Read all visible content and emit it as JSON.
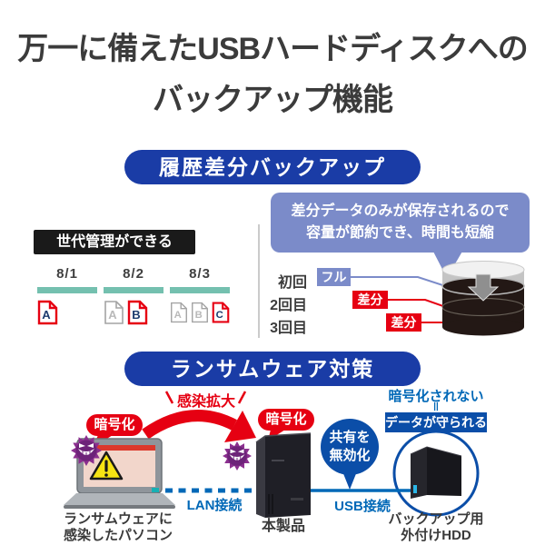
{
  "title": {
    "line1": "万一に備えたUSBハードディスクへの",
    "line2": "バックアップ機能"
  },
  "backup_section": {
    "banner": "履歴差分バックアップ",
    "generation": {
      "header": "世代管理ができる",
      "columns": [
        {
          "date": "8/1",
          "files": [
            {
              "letter": "A",
              "state": "new"
            }
          ]
        },
        {
          "date": "8/2",
          "files": [
            {
              "letter": "A",
              "state": "old"
            },
            {
              "letter": "B",
              "state": "new"
            }
          ]
        },
        {
          "date": "8/3",
          "files": [
            {
              "letter": "A",
              "state": "old"
            },
            {
              "letter": "B",
              "state": "old"
            },
            {
              "letter": "C",
              "state": "new"
            }
          ]
        }
      ]
    },
    "callout": {
      "line1": "差分データのみが保存されるので",
      "line2": "容量が節約でき、時間も短縮"
    },
    "rounds": [
      {
        "label": "初回",
        "tag": "フル",
        "tag_type": "full"
      },
      {
        "label": "2回目",
        "tag": "差分",
        "tag_type": "diff"
      },
      {
        "label": "3回目",
        "tag": "差分",
        "tag_type": "diff"
      }
    ]
  },
  "ransomware_section": {
    "banner": "ランサムウェア対策",
    "spread_label": "感染拡大",
    "encrypt_label_pc": "暗号化",
    "encrypt_label_nas": "暗号化",
    "share_bubble": {
      "line1": "共有を",
      "line2": "無効化"
    },
    "lan_label": "LAN接続",
    "usb_label": "USB接続",
    "hdd_note": {
      "line1": "暗号化されない",
      "equals": "＝",
      "line2": "データが守られる"
    },
    "pc_caption": {
      "line1": "ランサムウェアに",
      "line2": "感染したパソコン"
    },
    "nas_caption": "本製品",
    "hdd_caption": {
      "line1": "バックアップ用",
      "line2": "外付けHDD"
    }
  },
  "colors": {
    "banner_blue": "#1a3ca6",
    "soft_blue": "#7b8bc9",
    "deep_blue": "#0b4ea8",
    "alert_red": "#e60012",
    "teal_bar": "#74c0af",
    "link_blue": "#0068b7",
    "virus_purple": "#8b2f8f",
    "title_gray": "#3b3b3b"
  }
}
